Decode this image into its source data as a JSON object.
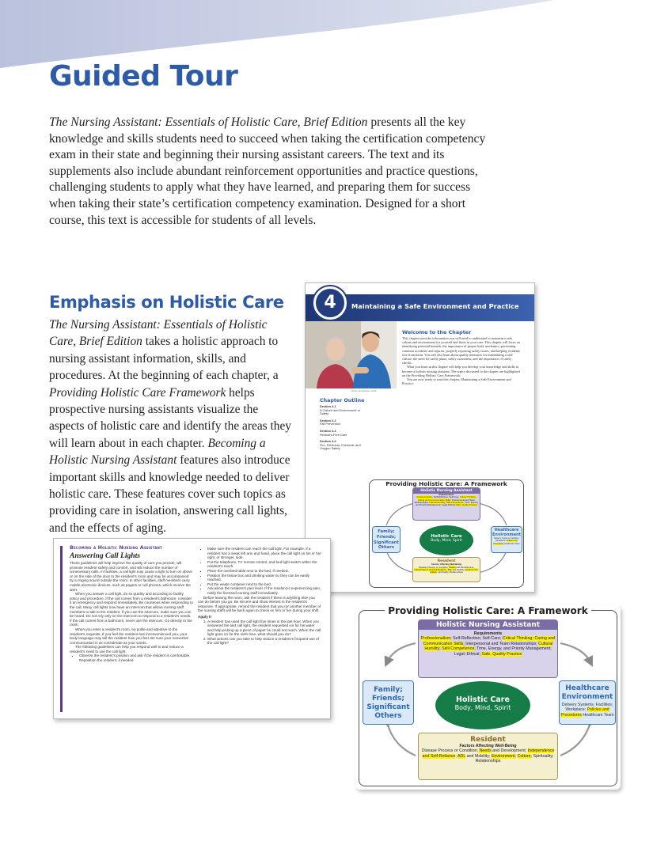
{
  "page": {
    "title": "Guided Tour",
    "intro_title": "The Nursing Assistant: Essentials of Holistic Care, Brief Edition",
    "intro_text": " presents all the key knowledge and skills students need to succeed when taking the certification competency exam in their state and beginning their nursing assistant careers. The text and its supplements also include abundant reinforcement opportunities and practice questions, challenging students to apply what they have learned, and preparing them for success when taking their state’s certification competency examination. Designed for a short course, this text is accessible for students of all levels."
  },
  "section": {
    "title": "Emphasis on Holistic Care",
    "book_title": "The Nursing Assistant: Essentials of Holistic Care, Brief Edition",
    "text_1": " takes a holistic approach to nursing assistant information, skills, and procedures. At the beginning of each chapter, a ",
    "framework_name": "Providing Holistic Care Framework",
    "text_2": " helps prospective nursing assistants visualize the aspects of holistic care and identify the areas they will learn about in each chapter. ",
    "feature_name": "Becoming a Holistic Nursing Assistant",
    "text_3": " features also introduce important skills and knowledge needed to deliver holistic care. These features cover such topics as providing care in isolation, answering call lights, and the effects of aging."
  },
  "chapter_sample": {
    "number": "4",
    "title": "Maintaining a Safe Environment and Practice",
    "photo_caption": "Photo description credit",
    "welcome_heading": "Welcome to the Chapter",
    "welcome_p1": "This chapter provides information you will need to understand to maintain a safe culture and environment for yourself and those in your care. This chapter will focus on identifying potential hazards, the importance of proper body mechanics, preventing common accidents and injuries, properly reporting safety issues, and keeping residents free from harm. You will also learn about quality measures for maintaining a safe culture, the need for safety plans, safety awareness, and the importance of safety checks.",
    "welcome_p2": "What you learn in this chapter will help you develop your knowledge and skills to become a holistic nursing assistant. The topics discussed in the chapter are highlighted on the Providing Holistic Care Framework.",
    "welcome_p3": "You are now ready to start this chapter, Maintaining a Safe Environment and Practice.",
    "outline_heading": "Chapter Outline",
    "outline": [
      {
        "section": "Section 4.1",
        "title": "A Culture and Environment of Safety"
      },
      {
        "section": "Section 4.2",
        "title": "Fall Prevention"
      },
      {
        "section": "Section 4.3",
        "title": "Restraint-Free Care"
      },
      {
        "section": "Section 4.4",
        "title": "Fire, Electrical, Chemical, and Oxygen Safety"
      }
    ]
  },
  "framework": {
    "title": "Providing Holistic Care: A Framework",
    "hna_title": "Holistic Nursing Assistant",
    "requirements": "Requirements",
    "req_professionalism": "Professionalism",
    "req_self": "; Self-Reflection; Self-Care; ",
    "req_critical": "Critical Thinking; Caring and Communication Skills",
    "req_inter": "; Interpersonal and Team Relationships; ",
    "req_cultural": "Cultural Humility",
    "req_sep": "; ",
    "req_skill": "Skill Competence",
    "req_time": "; Time, Energy, and Priority Management; Legal; Ethical; ",
    "req_safe": "Safe, Quality Practice",
    "family": "Family; Friends; Significant Others",
    "center_title": "Holistic Care",
    "center_sub": "Body, Mind, Spirit",
    "healthcare_title": "Healthcare Environment",
    "healthcare_items": "Delivery Systems; Facilities; Workplace;",
    "healthcare_policies": "Policies and Procedures",
    "healthcare_team": "Healthcare Team",
    "resident_title": "Resident",
    "resident_sub": "Factors Affecting Well-Being",
    "res_disease": "Disease Process or Condition; ",
    "res_needs": "Needs",
    "res_and": " and Development; ",
    "res_indep": "Independence and Self-Reliance",
    "res_adl": "ADL",
    "res_mob": " and Mobility; ",
    "res_env": "Environment",
    "res_sep": "; ",
    "res_culture": "Culture",
    "res_spirit": "Spirituality; Relationships"
  },
  "feature": {
    "heading": "Becoming a Holistic Nursing Assistant",
    "subheading": "Answering Call Lights",
    "p1": "These guidelines will help improve the quality of care you provide, will promote resident safety and comfort, and will reduce the number of unnecessary calls. In facilities, a call light may cause a light to turn on above or on the side of the door to the resident’s room and may be accompanied by a ringing sound outside the room. In other facilities, staff members carry mobile electronic devices, such as pagers or cell phones, which receive the alert.",
    "p2": "When you answer a call light, do so quickly and according to facility policy and procedure. If the call comes from a resident’s bathroom, consider it an emergency and respond immediately. Be courteous when responding to the call. Many call lights now have an intercom that allows nursing staff members to talk to the resident. If you use the intercom, make sure you can be heard. Do not rely only on the intercom to respond to a resident’s needs. If the call comes from a bathroom, never use the intercom. Go directly to the room.",
    "p3": "When you enter a resident’s room, be polite and attentive to the resident’s requests. If you feel the resident has inconvenienced you, your body language may tell the resident how you feel. Be sure your nonverbal communication is as considerate as your words.",
    "p4": "The following guidelines can help you respond well to and reduce a resident’s need to use the call light:",
    "bullets_left": [
      "Observe the resident’s position and ask if the resident is comfortable. Reposition the resident, if needed."
    ],
    "bullets_right": [
      "Make sure the resident can reach the call light. For example, if a resident has a weak left arm and hand, place the call light on his or her right, or stronger, side.",
      "Put the telephone, TV remote control, and bed light switch within the resident’s reach.",
      "Place the overbed table next to the bed, if needed.",
      "Position the tissue box and drinking water so they can be easily reached.",
      "Put the waste container next to the bed.",
      "Ask about the resident’s pain level. If the resident is experiencing pain, notify the licensed nursing staff immediately."
    ],
    "p5": "Before leaving the room, ask the resident if there is anything else you can do before you go. Be sincere and show interest in the resident’s response. If appropriate, remind the resident that you (or another member of the nursing staff) will be back again to check on him or her during your shift.",
    "apply_heading": "Apply It",
    "apply_items": [
      "A resident has used the call light five times in the last hour. When you answered the last call light, the resident requested ice for his water and help picking up a piece of paper he could not reach. When the call light goes on for the sixth time, what should you do?",
      "What actions can you take to help reduce a resident’s frequent use of the call light?"
    ]
  },
  "colors": {
    "heading_blue": "#2e5ba8",
    "purple": "#7b6ca5",
    "green": "#167c47",
    "highlight": "#fff200"
  }
}
